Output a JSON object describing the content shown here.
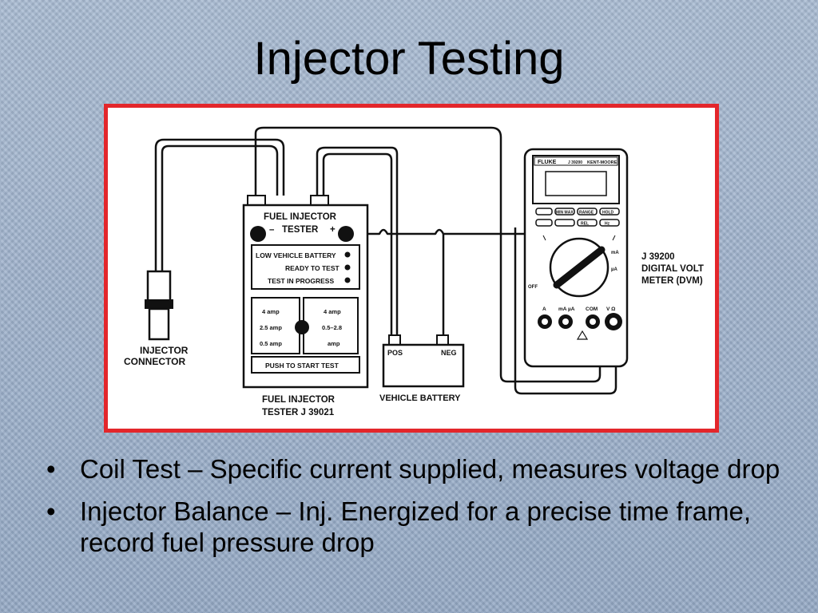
{
  "slide": {
    "title": "Injector Testing"
  },
  "diagram": {
    "tester": {
      "header_line1": "FUEL INJECTOR",
      "header_line2_minus": "–",
      "header_line2_name": "TESTER",
      "header_line2_plus": "+",
      "status_lights": [
        "LOW VEHICLE BATTERY",
        "READY TO TEST",
        "TEST IN PROGRESS"
      ],
      "left_amps": [
        "4 amp",
        "2.5 amp",
        "0.5 amp"
      ],
      "right_amps": [
        "4 amp",
        "0.5–2.8",
        "amp"
      ],
      "push_label": "PUSH TO START TEST",
      "caption_line1": "FUEL INJECTOR",
      "caption_line2": "TESTER J 39021"
    },
    "connector": {
      "label_line1": "INJECTOR",
      "label_line2": "CONNECTOR"
    },
    "battery": {
      "pos": "POS",
      "neg": "NEG",
      "label": "VEHICLE BATTERY"
    },
    "meter": {
      "brand": "FLUKE",
      "model": "J 39200",
      "make": "KENT-MOORE",
      "label_line1": "J 39200",
      "label_line2": "DIGITAL VOLT",
      "label_line3": "METER (DVM)",
      "buttons_row1": [
        "MIN MAX",
        "RANGE",
        "HOLD"
      ],
      "buttons_row2": [
        "",
        "REL",
        "Hz"
      ],
      "dial_marks": [
        "OFF",
        "mA",
        "µA"
      ],
      "jacks": [
        "A",
        "mA µA",
        "COM",
        "V Ω"
      ]
    }
  },
  "bullets": [
    "Coil Test – Specific current supplied, measures voltage drop",
    "Injector Balance – Inj. Energized for a precise time frame, record fuel pressure drop"
  ],
  "colors": {
    "frame_border": "#e3262b",
    "background": "#9fb2cc"
  },
  "icons": {
    "bullet": "•"
  }
}
